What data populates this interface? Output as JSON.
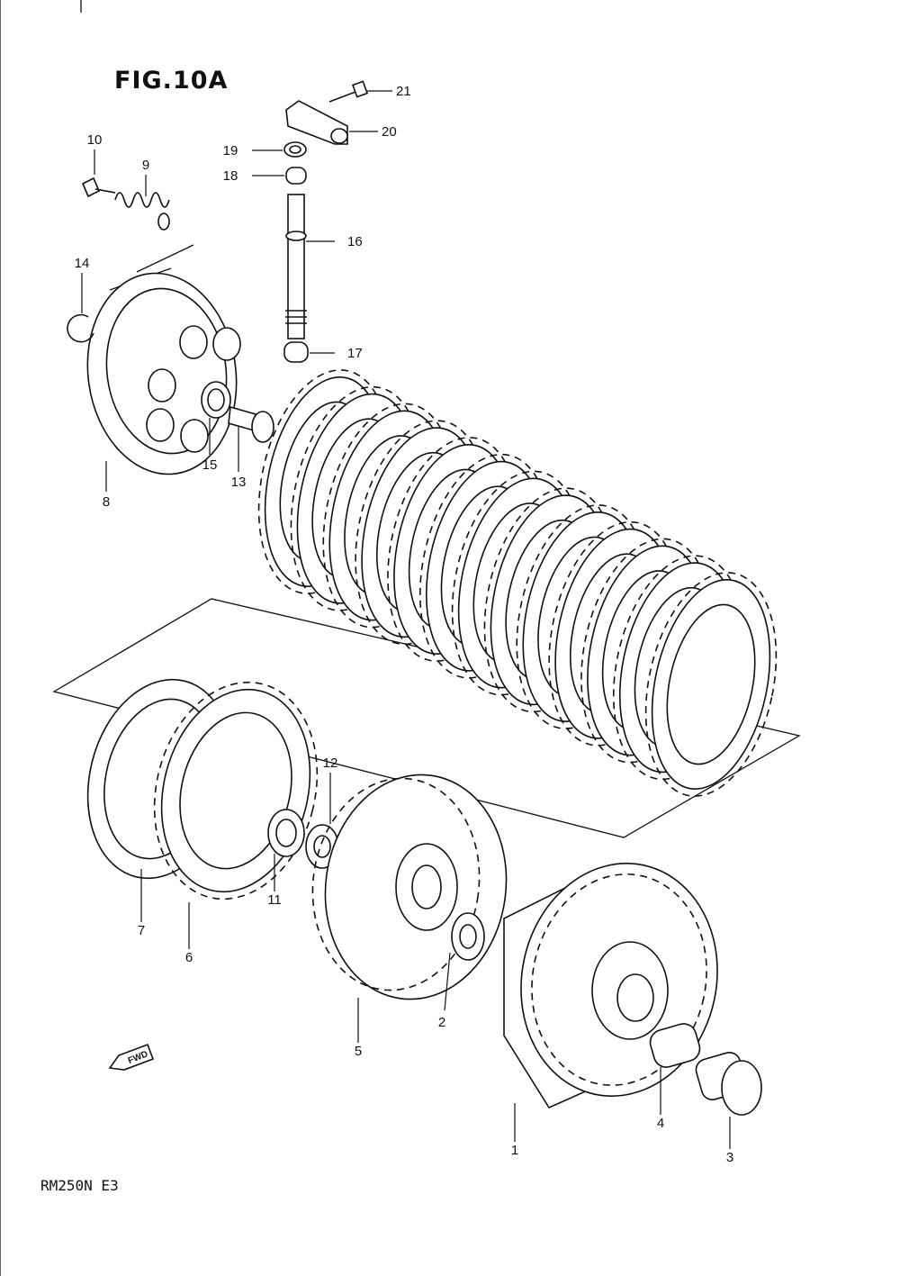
{
  "figure": {
    "title": "FIG.10A",
    "model_code": "RM250N E3",
    "fwd_label": "FWD"
  },
  "part_labels": [
    "1",
    "2",
    "3",
    "4",
    "5",
    "6",
    "7",
    "8",
    "9",
    "10",
    "11",
    "12",
    "13",
    "14",
    "15",
    "16",
    "17",
    "18",
    "19",
    "20",
    "21"
  ],
  "colors": {
    "ink": "#111111",
    "paper": "#ffffff"
  }
}
